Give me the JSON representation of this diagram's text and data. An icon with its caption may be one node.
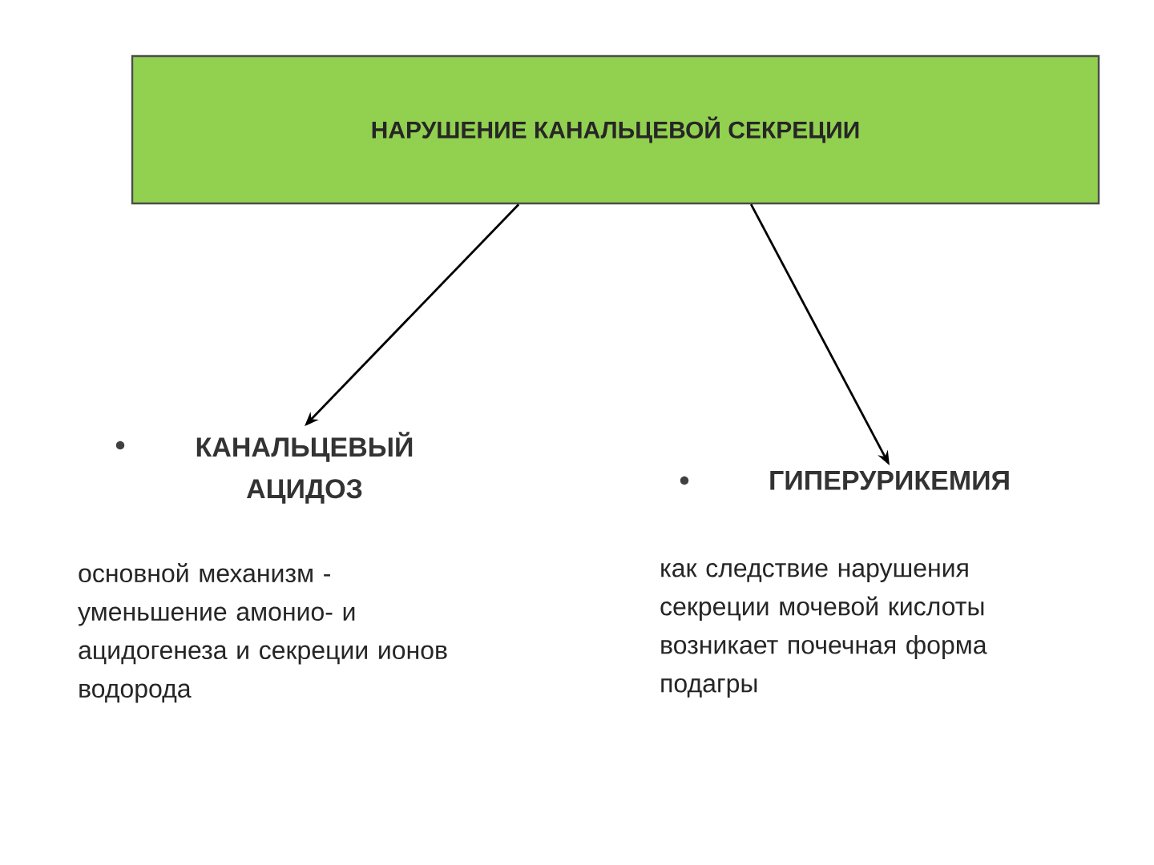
{
  "diagram": {
    "nodes": [
      {
        "text": [
          "НАРУШЕНИЕ КАНАЛЬЦЕВОЙ СЕКРЕЦИИ"
        ]
      },
      {
        "text": [
          "КАНАЛЬЦЕВЫЙ АЦИДОЗ"
        ],
        "beside": [
          "основной механизм - уменьшение амонио- и ацидогенеза и секреции ионов водорода"
        ]
      },
      {
        "text": [
          "ГИПЕРУРИКЕМИЯ"
        ],
        "beside": [
          "как следствие нарушения секреции мочевой кислоты возникает почечная форма подагры"
        ]
      }
    ],
    "edges": [
      {
        "from": 0,
        "to": 1,
        "arrow": "to"
      },
      {
        "from": 0,
        "to": 2,
        "arrow": "to"
      }
    ]
  }
}
